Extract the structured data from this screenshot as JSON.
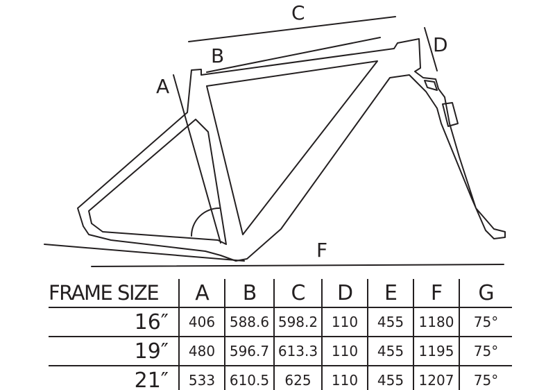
{
  "diagram": {
    "labels": {
      "a": "A",
      "b": "B",
      "c": "C",
      "d": "D",
      "f": "F"
    }
  },
  "table": {
    "headers": [
      "FRAME SIZE",
      "A",
      "B",
      "C",
      "D",
      "E",
      "F",
      "G"
    ],
    "rows": [
      {
        "size": "16″",
        "cells": [
          "406",
          "588.6",
          "598.2",
          "110",
          "455",
          "1180",
          "75°"
        ]
      },
      {
        "size": "19″",
        "cells": [
          "480",
          "596.7",
          "613.3",
          "110",
          "455",
          "1195",
          "75°"
        ]
      },
      {
        "size": "21″",
        "cells": [
          "533",
          "610.5",
          "625",
          "110",
          "455",
          "1207",
          "75°"
        ]
      }
    ]
  },
  "colors": {
    "ink": "#231f20",
    "background": "#ffffff"
  }
}
